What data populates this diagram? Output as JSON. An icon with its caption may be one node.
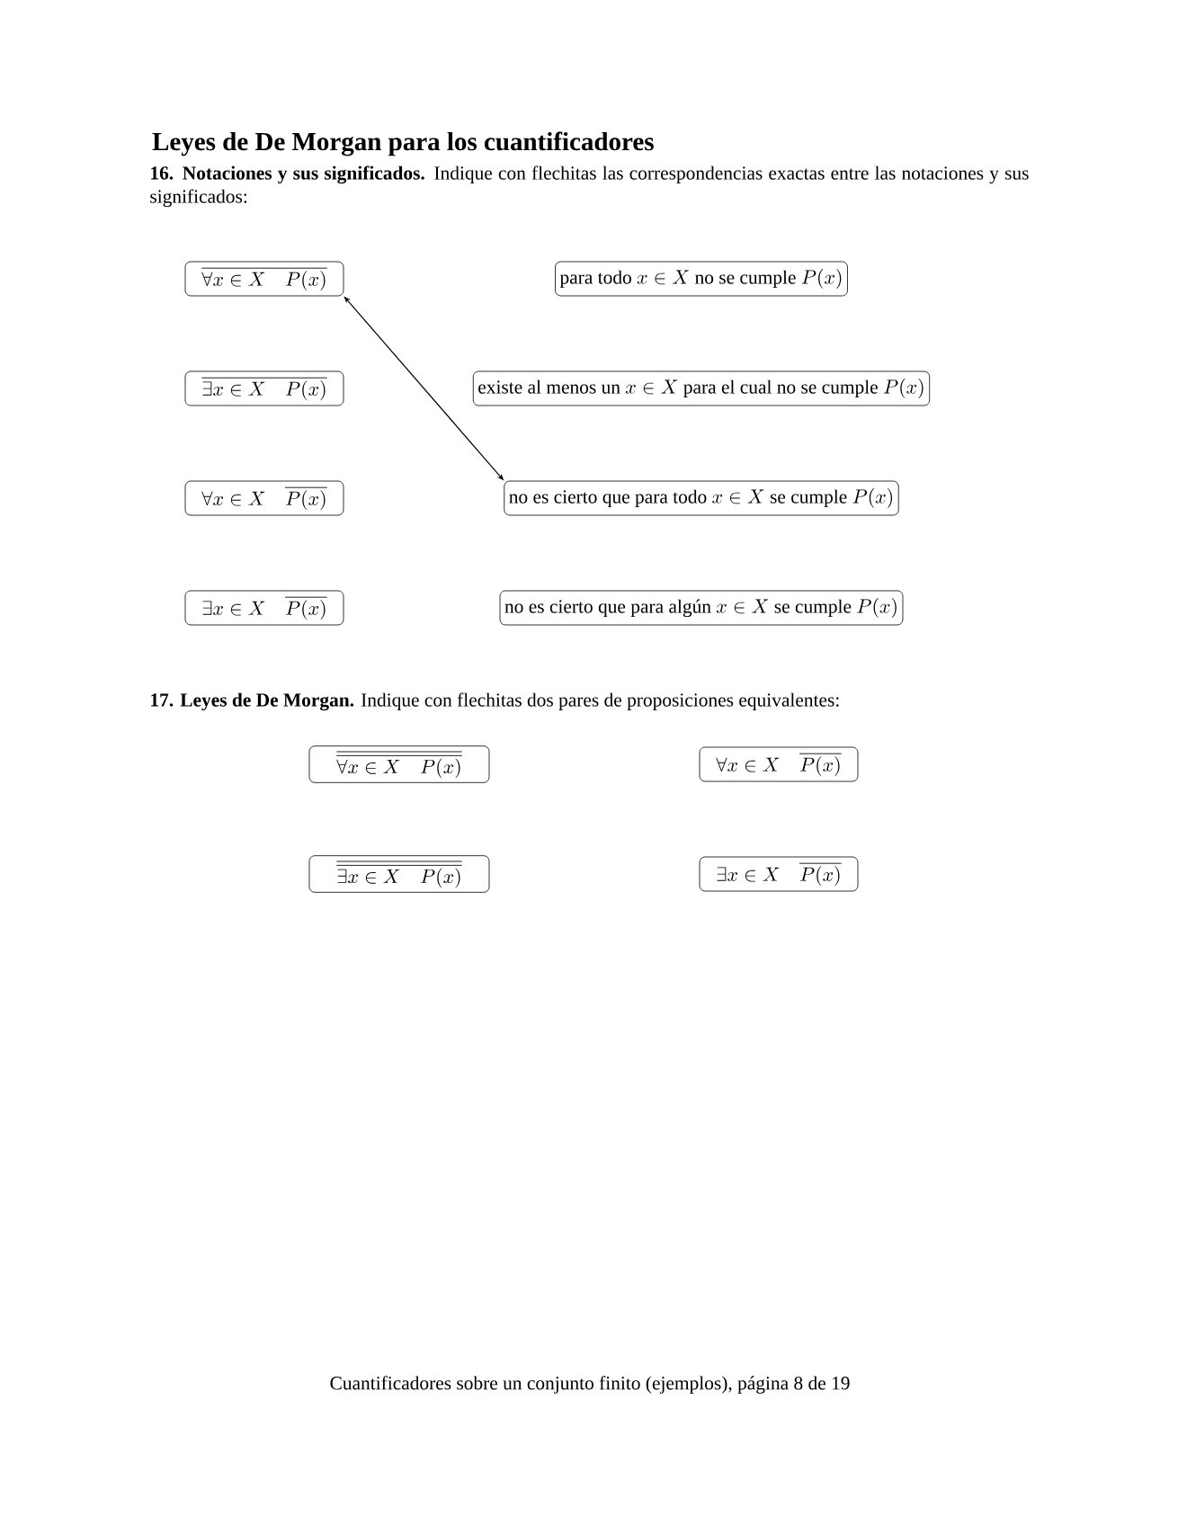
{
  "diagram": {
    "title": "Leyes de De Morgan para los cuantificadores",
    "nodes": [
      {
        "text": [
          "\\overline{\\forall x\\in X\\quad P(x)}"
        ]
      },
      {
        "text": [
          "\\text{para todo } x\\in X \\text{ no se cumple } P(x)"
        ]
      },
      {
        "text": [
          "\\overline{\\exists x\\in X\\quad P(x)}"
        ]
      },
      {
        "text": [
          "\\text{existe al menos un } x\\in X \\text{ para el cual no se cumple } P(x)"
        ]
      },
      {
        "text": [
          "\\forall x\\in X\\quad \\overline{P(x)}"
        ]
      },
      {
        "text": [
          "\\text{no es cierto que para todo } x\\in X \\text{ se cumple } P(x)"
        ]
      },
      {
        "text": [
          "\\exists x\\in X\\quad \\overline{P(x)}"
        ]
      },
      {
        "text": [
          "\\text{no es cierto que para algún } x\\in X \\text{ se cumple } P(x)"
        ]
      },
      {
        "text": [
          "\\overline{\\overline{\\forall x\\in X\\quad P(x)}}"
        ]
      },
      {
        "text": [
          "\\forall x\\in X\\quad \\overline{P(x)}"
        ]
      },
      {
        "text": [
          "\\overline{\\overline{\\exists x\\in X\\quad P(x)}}"
        ]
      },
      {
        "text": [
          "\\exists x\\in X\\quad \\overline{P(x)}"
        ]
      }
    ],
    "edges": [
      {
        "from": 5,
        "to": 0,
        "arrow": "both"
      }
    ],
    "labels": [
      "**16. Notaciones y sus significados.** Indique con flechitas las correspondencias exactas entre las notaciones y sus significados:",
      "**17. Leyes de De Morgan.** Indique con flechitas dos pares de proposiciones equivalentes:",
      "Cuantificadores sobre un conjunto finito (ejemplos),   página 8 de 19"
    ]
  }
}
